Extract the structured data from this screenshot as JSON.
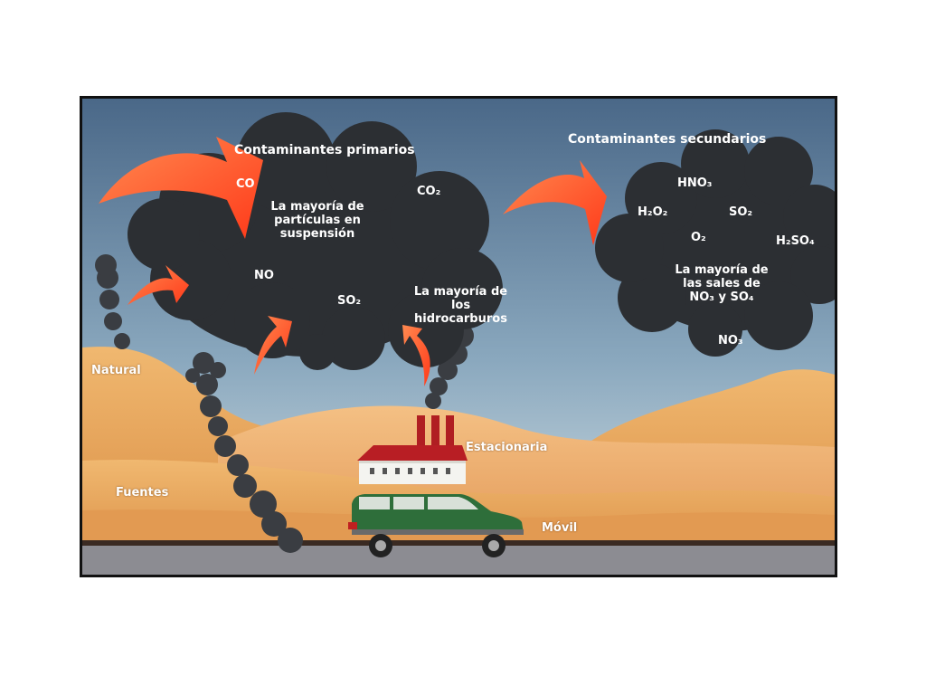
{
  "primary": {
    "title": "Contaminantes primarios",
    "co": "CO",
    "co2": "CO₂",
    "no": "NO",
    "so2": "SO₂",
    "particles": "La mayoría de\npartículas en\nsuspensión",
    "hydrocarbons": "La mayoría de\nlos\nhidrocarburos"
  },
  "secondary": {
    "title": "Contaminantes secundarios",
    "hno3": "HNO₃",
    "h2o2": "H₂O₂",
    "so2": "SO₂",
    "o2": "O₂",
    "h2so4": "H₂SO₄",
    "salts": "La mayoría de\nlas sales de\nNO₃ y SO₄",
    "no3": "NO₃"
  },
  "sources": {
    "natural": "Natural",
    "fuentes": "Fuentes",
    "estacionaria": "Estacionaria",
    "movil": "Móvil"
  },
  "colors": {
    "sky_top": "#4a6a8c",
    "sky_bottom": "#c8d8e0",
    "smoke": "#2e3135",
    "arrow": "#ff5a2a",
    "sand": "#e8a050",
    "car": "#2e6e3a",
    "factory_roof": "#b81e24",
    "road": "#8a8a90"
  }
}
